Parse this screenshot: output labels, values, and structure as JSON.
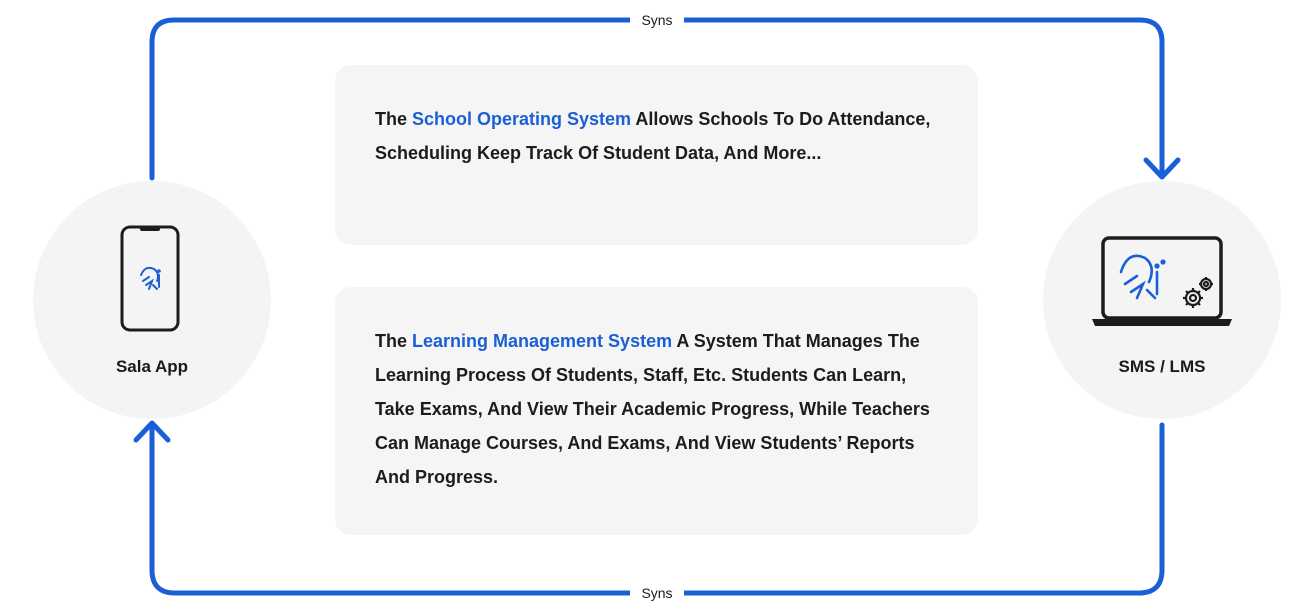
{
  "colors": {
    "accent": "#1a5fd6",
    "card_background": "#f5f5f5",
    "node_background": "#f4f4f4",
    "text": "#1c1c1c"
  },
  "sync": {
    "top_label": "Syns",
    "bottom_label": "Syns"
  },
  "nodes": {
    "left": {
      "label": "Sala App",
      "icon": "smartphone-icon"
    },
    "right": {
      "label": "SMS / LMS",
      "icon": "laptop-gears-icon"
    }
  },
  "cards": {
    "top": {
      "prefix": "The ",
      "highlight": "School Operating System",
      "body": " Allows Schools To Do Attendance, Scheduling Keep Track Of Student Data, And More..."
    },
    "bottom": {
      "prefix": "The ",
      "highlight": "Learning Management System",
      "body": " A System That Manages The Learning Process Of Students, Staff, Etc. Students Can Learn, Take Exams, And View Their Academic Progress, While Teachers Can Manage Courses, And Exams, And View Students’ Reports And Progress."
    }
  }
}
